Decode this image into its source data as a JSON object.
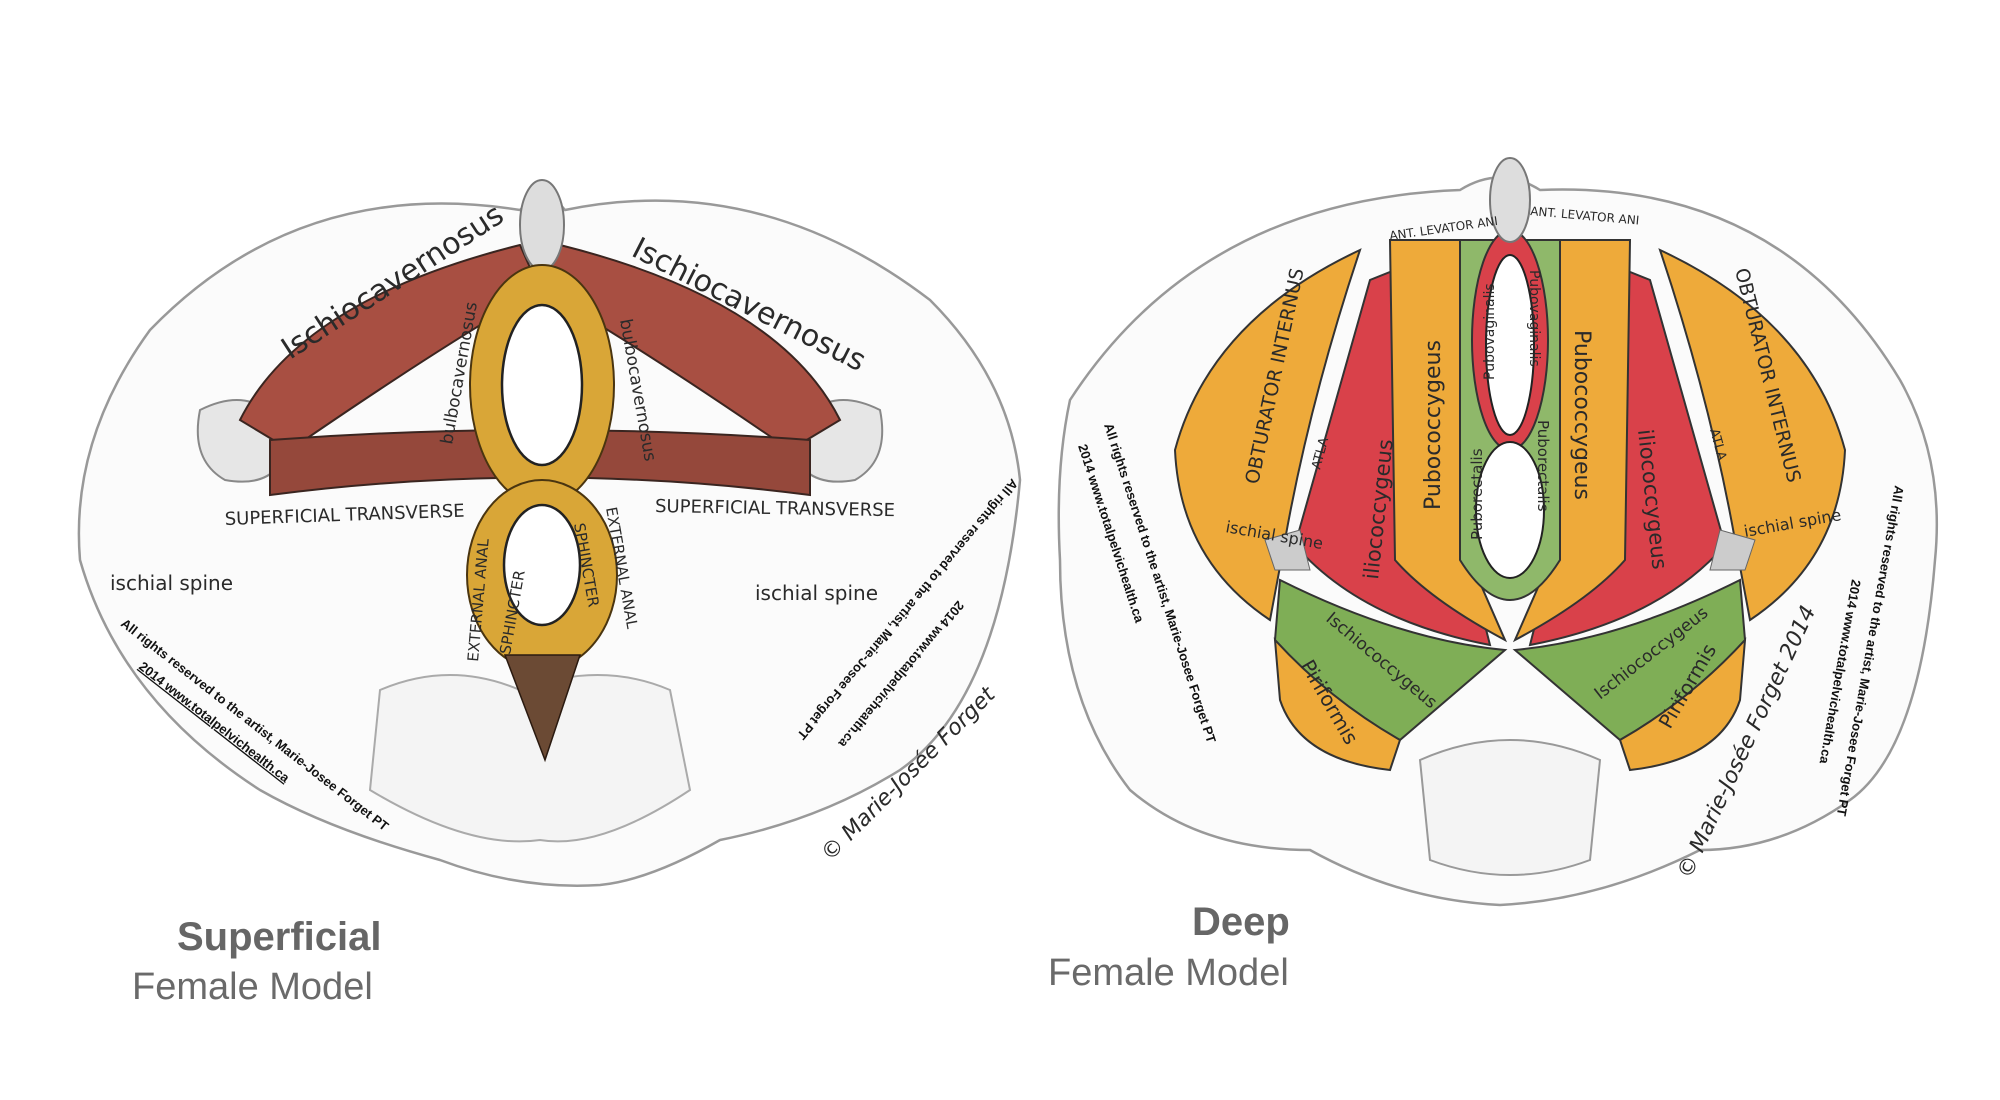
{
  "superficial": {
    "title": "Superficial",
    "subtitle": "Female Model",
    "labels": {
      "ischiocavernosus_left": "Ischiocavernosus",
      "ischiocavernosus_right": "Ischiocavernosus",
      "bulbocavernosus_left": "bulbocavernosus",
      "bulbocavernosus_right": "bulbocavernosus",
      "superficial_transverse_left": "SUPERFICIAL TRANSVERSE",
      "superficial_transverse_right": "SUPERFICIAL TRANSVERSE",
      "ischial_spine_left": "ischial spine",
      "ischial_spine_right": "ischial spine",
      "external_anal_left": "EXTERNAL ANAL",
      "sphincter_left": "SPHINCTER",
      "external_anal_right": "EXTERNAL ANAL",
      "sphincter_right": "SPHINCTER"
    },
    "copyright_line1": "All rights reserved to the artist, Marie-Josee Forget PT",
    "copyright_line2": "2014 www.totalpelvichealth.ca",
    "signature": "© Marie-Josée Forget"
  },
  "deep": {
    "title": "Deep",
    "subtitle": "Female Model",
    "labels": {
      "ant_levator_left": "ANT. LEVATOR ANI",
      "ant_levator_right": "ANT. LEVATOR ANI",
      "pubovaginalis_left": "Pubovaginalis",
      "pubovaginalis_right": "Pubovaginalis",
      "puborectalis_left": "Puborectalis",
      "puborectalis_right": "Puborectalis",
      "pubococcygeus_left": "Pubococcygeus",
      "pubococcygeus_right": "Pubococcygeus",
      "iliococcygeus_left": "iliococcygeus",
      "iliococcygeus_right": "iliococcygeus",
      "obturator_left": "OBTURATOR INTERNUS",
      "obturator_right": "OBTURATOR INTERNUS",
      "atla_left": "ATLA",
      "atla_right": "ATLA",
      "ischial_spine_left": "ischial spine",
      "ischial_spine_right": "ischial spine",
      "ischiococcygeus_left": "Ischiococcygeus",
      "ischiococcygeus_right": "Ischiococcygeus",
      "piriformis_left": "Piriformis",
      "piriformis_right": "Piriformis"
    },
    "copyright_line1": "All rights reserved to the artist, Marie-Josee Forget PT",
    "copyright_line2": "2014 www.totalpelvichealth.ca",
    "signature": "© Marie-Josée Forget 2014"
  },
  "colors": {
    "muscle_brown": "#9a4a3e",
    "sphincter_gold": "#d9a637",
    "deep_orange": "#eeaa3a",
    "deep_red": "#d9414a",
    "deep_green": "#8fb86a",
    "caption_gray": "#666666"
  }
}
